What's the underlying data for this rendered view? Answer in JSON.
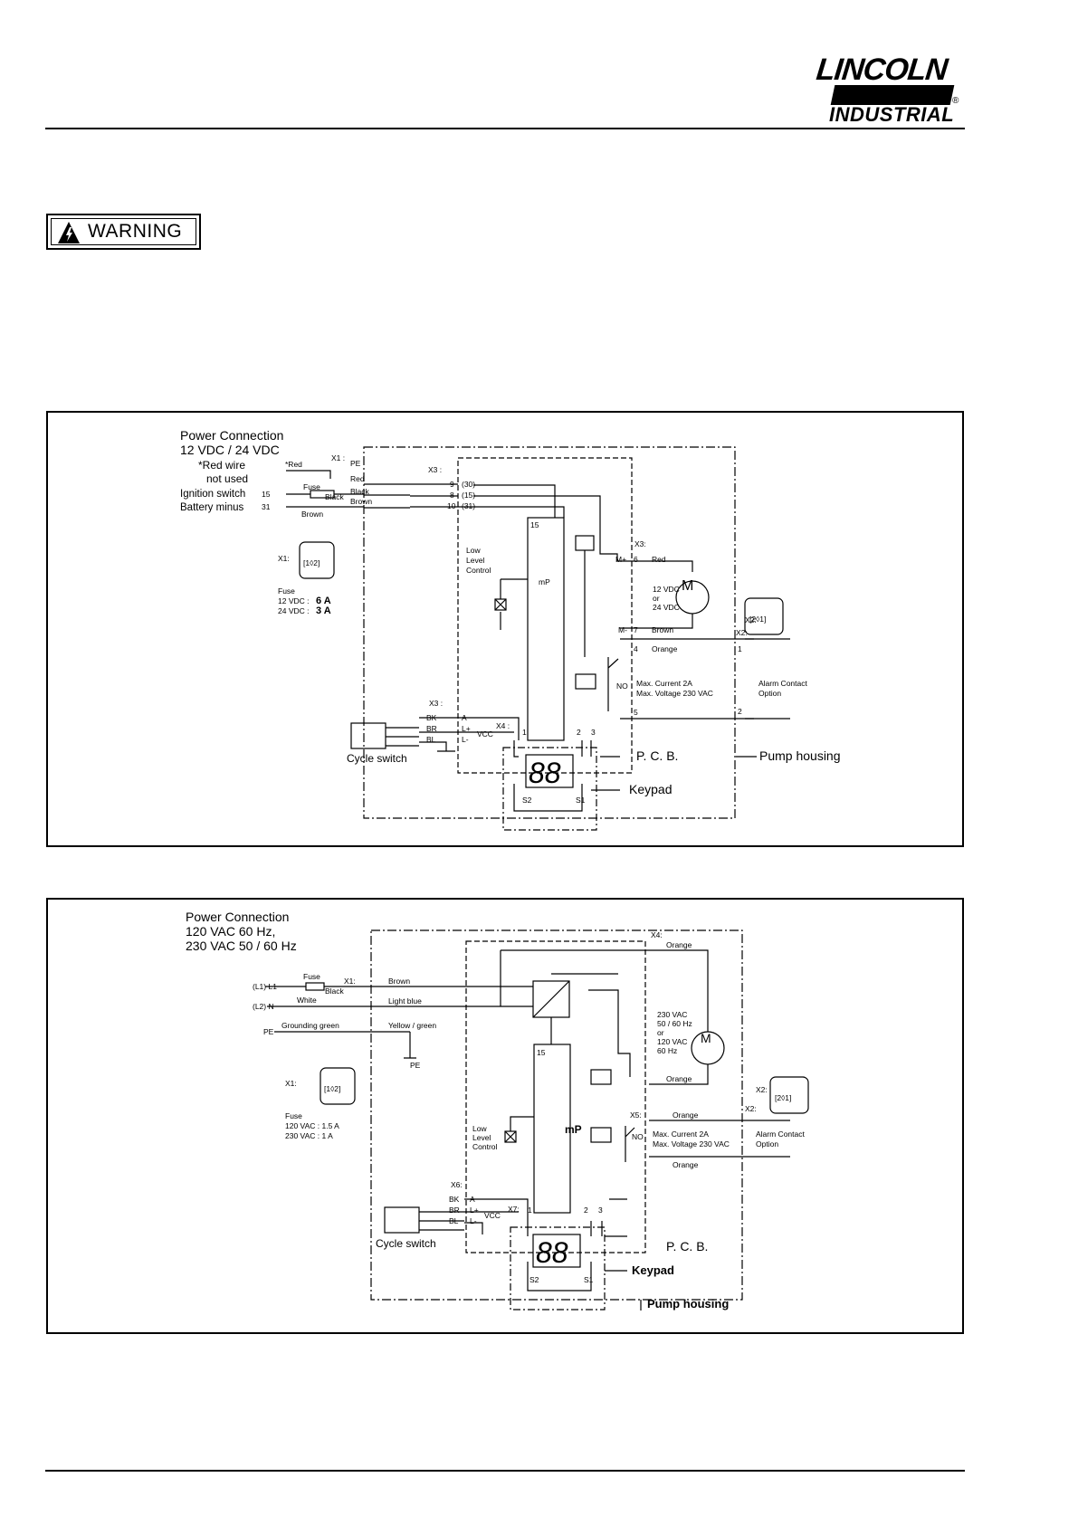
{
  "header": {
    "logo_top": "LINCOLN",
    "logo_bottom": "INDUSTRIAL",
    "logo_reg": "®"
  },
  "warning": {
    "label": "WARNING",
    "icon": "lightning-triangle-icon"
  },
  "diagram1": {
    "title_line1": "Power Connection",
    "title_line2": "12 VDC / 24 VDC",
    "red_note": "*Red",
    "red_wire_line1": "*Red wire",
    "red_wire_line2": "not used",
    "ignition_switch": "Ignition switch",
    "ignition_num": "15",
    "battery_minus": "Battery minus",
    "battery_num": "31",
    "fuse": "Fuse",
    "black": "Black",
    "brown": "Brown",
    "x1_label": "X1 :",
    "pe": "PE",
    "wire_red": "Red",
    "wire_black": "Black",
    "wire_brown": "Brown",
    "x3_label": "X3 :",
    "t9": "9",
    "t8": "8",
    "t10": "10",
    "t30": "(30)",
    "t15p": "(15)",
    "t31": "(31)",
    "pin15": "15",
    "low_level_1": "Low",
    "low_level_2": "Level",
    "low_level_3": "Control",
    "mp": "mP",
    "x3b": "X3:",
    "mplus": "M+",
    "six": "6",
    "red_motor": "Red",
    "motor_v1": "12 VDC",
    "motor_v2": "or",
    "motor_v3": "24 VDC",
    "motor_m": "M",
    "mminus": "M-",
    "seven": "7",
    "brown_motor": "Brown",
    "four": "4",
    "orange": "Orange",
    "no": "NO",
    "max_current": "Max. Current 2A",
    "max_voltage": "Max. Voltage 230 VAC",
    "five": "5",
    "x2a": "X2:",
    "x2b": "X2:",
    "one": "1",
    "two": "2",
    "alarm1": "Alarm Contact",
    "alarm2": "Option",
    "x1_box_label": "X1:",
    "x1_box": "[1◊2]",
    "x2_box": "[2◊1]",
    "fuse_block": "Fuse",
    "fuse_12": "12 VDC :",
    "fuse_12v": "6 A",
    "fuse_24": "24 VDC :",
    "fuse_24v": "3 A",
    "x3c": "X3 :",
    "bk": "BK",
    "br": "BR",
    "bl": "BL",
    "a": "A",
    "lplus": "L+",
    "lminus": "L-",
    "vcc": "VCC",
    "x4": "X4 :",
    "cycle_switch": "Cycle switch",
    "display": "88",
    "s2": "S2",
    "s1": "S1",
    "pcb": "P. C. B.",
    "keypad": "Keypad",
    "pump_housing": "Pump housing",
    "pin2": "2",
    "pin3": "3",
    "pin1": "1"
  },
  "diagram2": {
    "title_line1": "Power Connection",
    "title_line2": "120 VAC 60 Hz,",
    "title_line3": "230 VAC 50 / 60 Hz",
    "l1": "(L1) L1",
    "n": "(L2) N",
    "pe": "PE",
    "fuse": "Fuse",
    "black": "Black",
    "white": "White",
    "grounding": "Grounding green",
    "x1": "X1:",
    "brown": "Brown",
    "light_blue": "Light blue",
    "yellow_green": "Yellow / green",
    "pe2": "PE",
    "x4": "X4:",
    "orange": "Orange",
    "motor_v1": "230 VAC",
    "motor_v2": "50 / 60 Hz",
    "motor_v3": "or",
    "motor_v4": "120 VAC",
    "motor_v5": "60 Hz",
    "motor_m": "M",
    "orange2": "Orange",
    "pin15": "15",
    "low_level_1": "Low",
    "low_level_2": "Level",
    "low_level_3": "Control",
    "mp": "mP",
    "x5": "X5:",
    "orange3": "Orange",
    "no": "NO",
    "max_current": "Max. Current 2A",
    "max_voltage": "Max. Voltage 230 VAC",
    "orange4": "Orange",
    "x2a": "X2:",
    "x2b": "X2:",
    "alarm1": "Alarm Contact",
    "alarm2": "Option",
    "x1_box_label": "X1:",
    "x1_box": "[1◊2]",
    "x2_box": "[2◊1]",
    "fuse_block": "Fuse",
    "fuse_120": "120 VAC : 1.5 A",
    "fuse_230": "230 VAC : 1 A",
    "x6": "X6:",
    "bk": "BK",
    "br": "BR",
    "bl": "BL",
    "a": "A",
    "lplus": "L+",
    "lminus": "L-",
    "vcc": "VCC",
    "x7": "X7:",
    "cycle_switch": "Cycle switch",
    "display": "88",
    "s2": "S2",
    "s1": "S1",
    "pcb": "P. C. B.",
    "keypad": "Keypad",
    "pump_housing": "Pump housing",
    "n1": "1",
    "n2": "2",
    "n3": "3"
  }
}
